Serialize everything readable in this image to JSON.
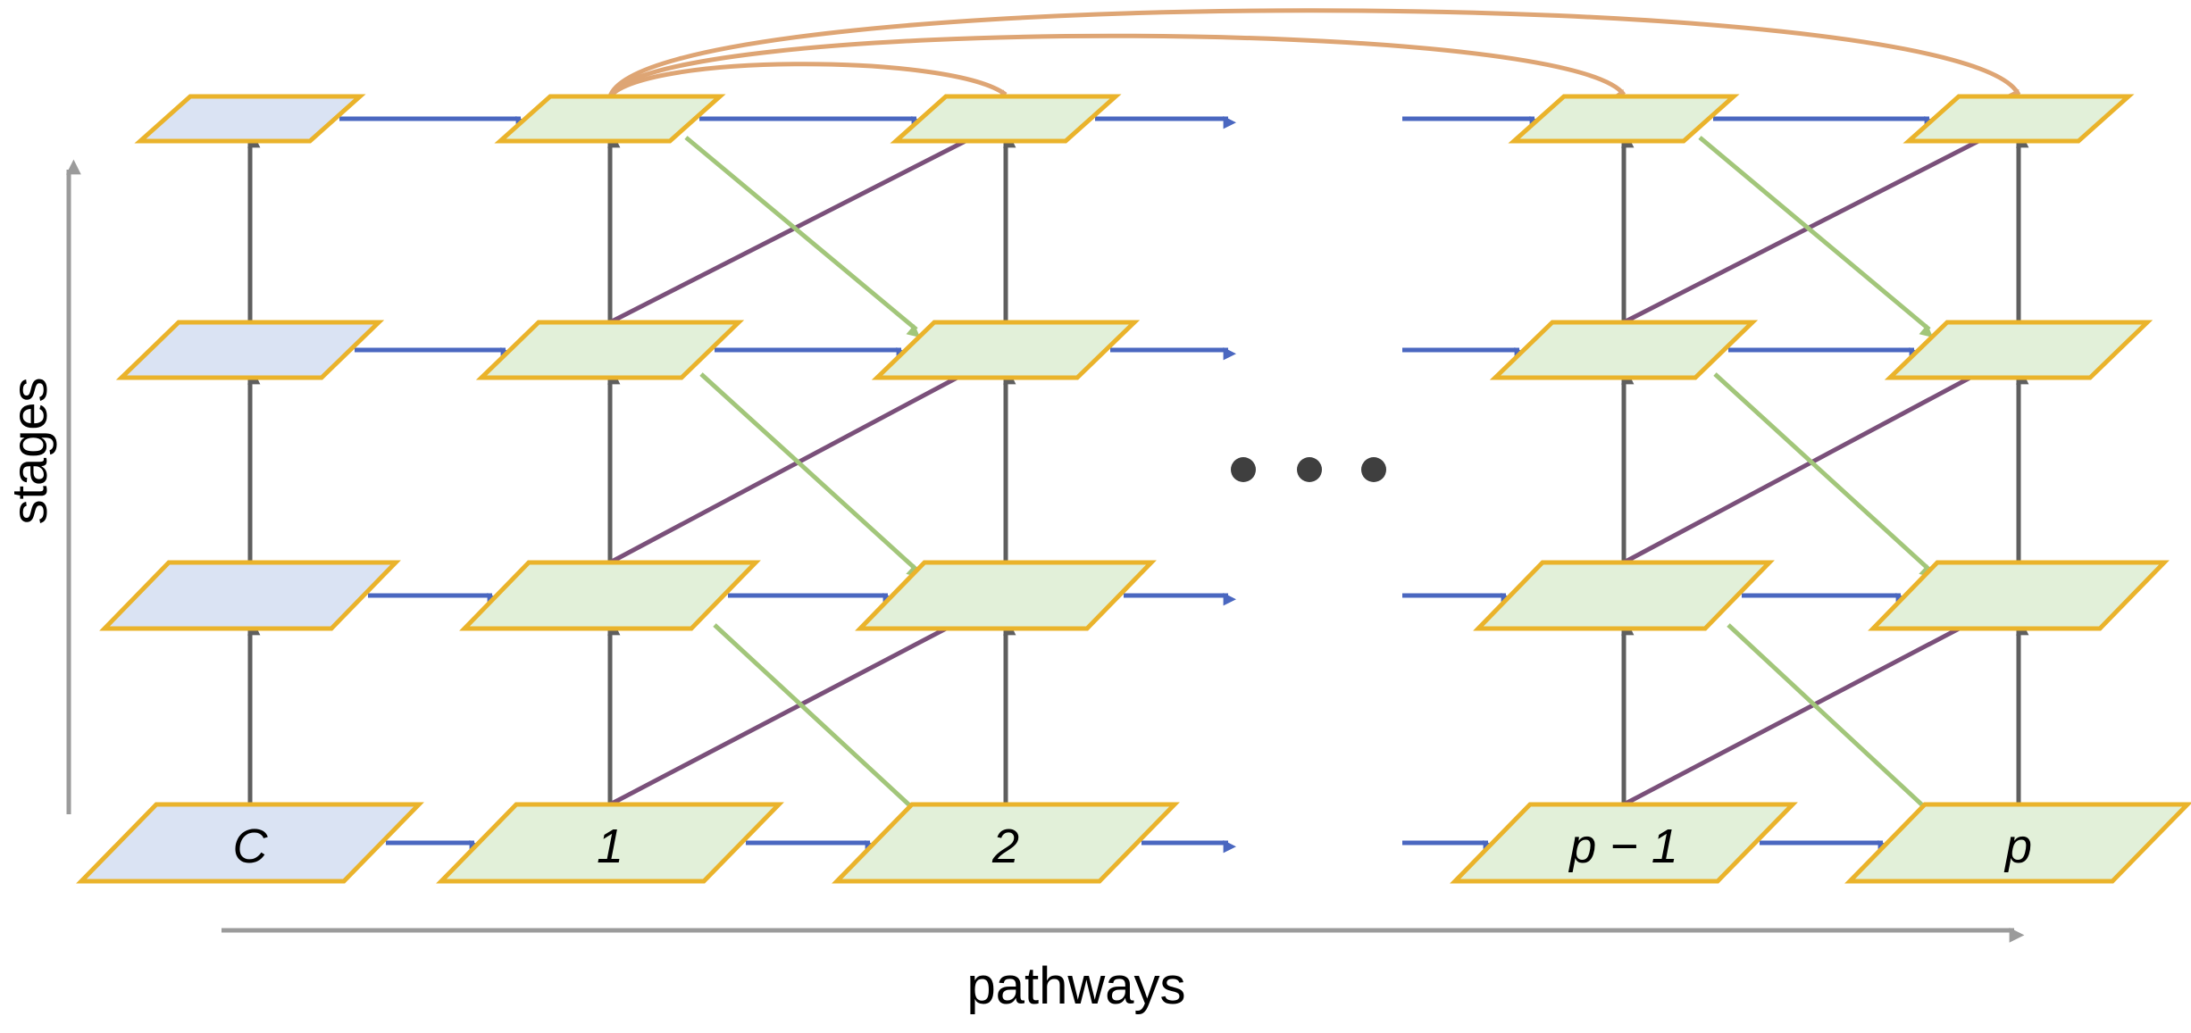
{
  "axes": {
    "x_label": "pathways",
    "y_label": "stages"
  },
  "columns": [
    {
      "label": "C",
      "kind": "compact"
    },
    {
      "label": "1",
      "kind": "pathway"
    },
    {
      "label": "2",
      "kind": "pathway"
    },
    {
      "label": "p − 1",
      "kind": "pathway"
    },
    {
      "label": "p",
      "kind": "pathway"
    }
  ],
  "ellipsis": "• • •",
  "colors": {
    "compact_fill": "#dae3f3",
    "pathway_fill": "#e2f0d9",
    "node_stroke": "#eab32b",
    "lateral_arrow": "#4a67c0",
    "vertical_arrow": "#5f5f5f",
    "diagonal_up_arrow": "#7a507a",
    "diagonal_down_arrow": "#a2c67a",
    "skip_arrow": "#dea574",
    "axis_arrow": "#9b9b9b",
    "ellipsis_dot": "#3f3f3f"
  }
}
